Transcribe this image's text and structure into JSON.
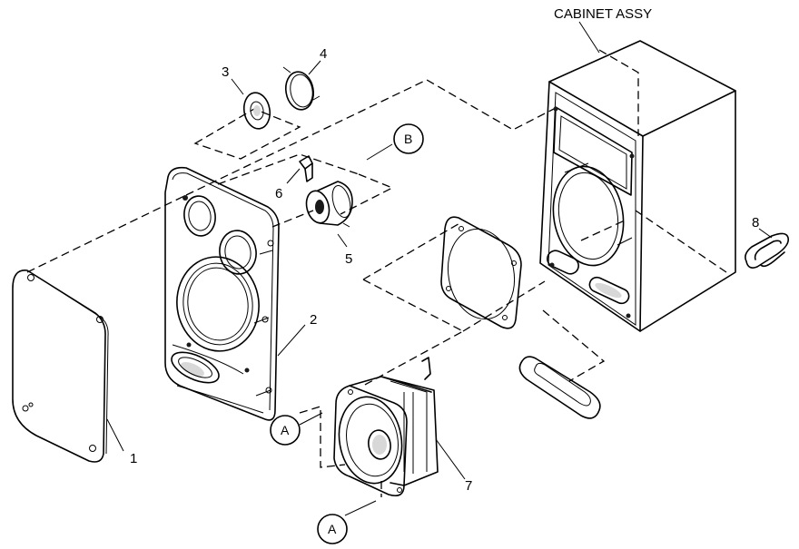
{
  "diagram": {
    "cabinet_label": "CABINET ASSY",
    "callouts": {
      "p1": "1",
      "p2": "2",
      "p3": "3",
      "p4": "4",
      "p5": "5",
      "p6": "6",
      "p7": "7",
      "p8": "8"
    },
    "connectors": {
      "a_top": "A",
      "a_bottom": "A",
      "b": "B"
    }
  }
}
